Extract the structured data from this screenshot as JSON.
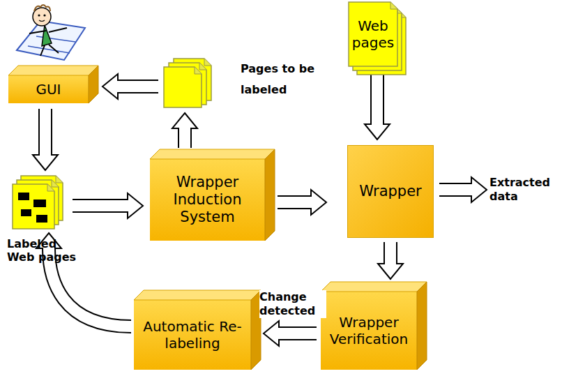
{
  "diagram": {
    "nodes": [
      {
        "text": [
          "GUI"
        ]
      },
      {
        "text": [
          "Pages to be labeled"
        ]
      },
      {
        "text": [
          "Web pages"
        ]
      },
      {
        "text": [
          "Labeled Web pages"
        ]
      },
      {
        "text": [
          "Wrapper Induction System"
        ]
      },
      {
        "text": [
          "Wrapper"
        ]
      },
      {
        "text": [
          "Wrapper Verification"
        ]
      },
      {
        "text": [
          "Automatic Re-labeling"
        ]
      }
    ],
    "edges": [
      {
        "from": 4,
        "to": 1,
        "arrow": "to"
      },
      {
        "from": 1,
        "to": 0,
        "arrow": "to"
      },
      {
        "from": 0,
        "to": 3,
        "arrow": "to"
      },
      {
        "from": 3,
        "to": 4,
        "arrow": "to"
      },
      {
        "from": 4,
        "to": 5,
        "arrow": "to"
      },
      {
        "from": 2,
        "to": 5,
        "arrow": "to"
      },
      {
        "from": 5,
        "to": 6,
        "arrow": "to"
      },
      {
        "from": 6,
        "to": 7,
        "label": "Change detected",
        "arrow": "to"
      },
      {
        "from": 7,
        "to": 3,
        "arrow": "to"
      }
    ],
    "labels": [
      "Extracted data"
    ]
  }
}
